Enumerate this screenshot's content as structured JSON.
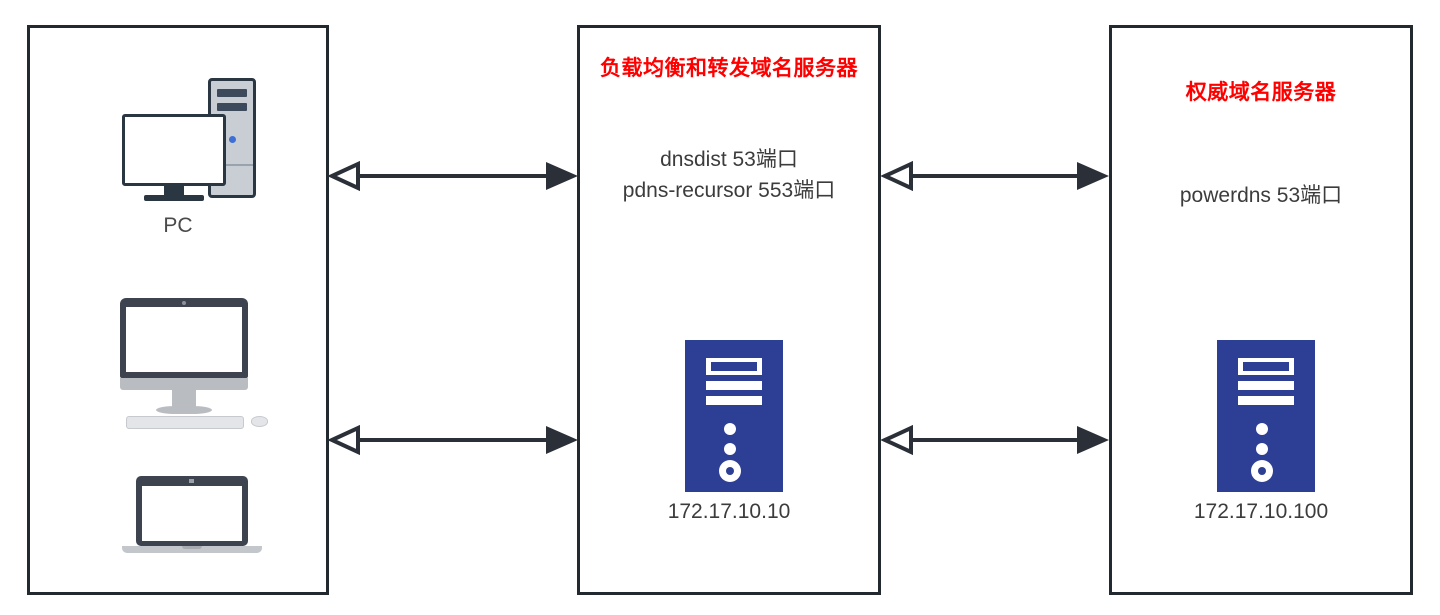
{
  "diagram": {
    "zones": [
      {
        "id": "clients",
        "title": "",
        "devices": [
          {
            "icon": "desktop-pc-icon",
            "caption": "PC"
          },
          {
            "icon": "imac-monitor-icon",
            "caption": ""
          },
          {
            "icon": "laptop-icon",
            "caption": ""
          }
        ]
      },
      {
        "id": "balancer",
        "title": "负载均衡和转发域名服务器",
        "services": "dnsdist 53端口\npdns-recursor 553端口",
        "icon": "server-icon",
        "ip": "172.17.10.10"
      },
      {
        "id": "auth",
        "title": "权威域名服务器",
        "services": "powerdns 53端口",
        "icon": "server-icon",
        "ip": "172.17.10.100"
      }
    ],
    "connections": [
      {
        "id": "clients-to-balancer-top",
        "type": "bidirectional-arrow"
      },
      {
        "id": "clients-to-balancer-bottom",
        "type": "bidirectional-arrow"
      },
      {
        "id": "balancer-to-auth-top",
        "type": "bidirectional-arrow"
      },
      {
        "id": "balancer-to-auth-bottom",
        "type": "bidirectional-arrow"
      }
    ]
  },
  "colors": {
    "title_red": "#ff0000",
    "border_dark": "#222a30",
    "server_blue": "#2d3f95",
    "body_text": "#3c3c3c"
  }
}
